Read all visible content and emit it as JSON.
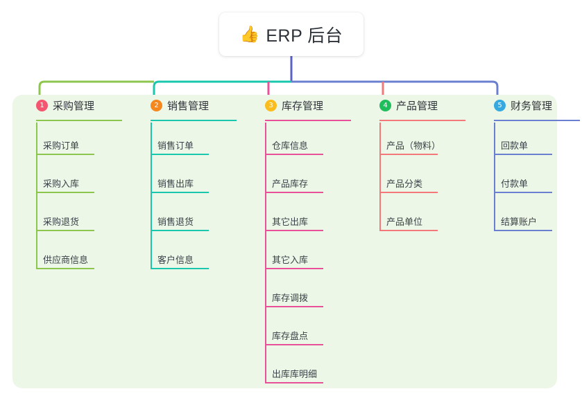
{
  "root": {
    "icon": "thumbs-up-icon",
    "icon_glyph": "👍",
    "title": "ERP 后台"
  },
  "theme": {
    "panel_background": "#edf7e7",
    "page_background": "#ffffff",
    "root_text_color": "#2c3138",
    "root_connector_color": "#5b62c4"
  },
  "columns": [
    {
      "number": "1",
      "title": "采购管理",
      "badge_color": "#f5566f",
      "line_color": "#8cc64f",
      "items": [
        "采购订单",
        "采购入库",
        "采购退货",
        "供应商信息"
      ]
    },
    {
      "number": "2",
      "title": "销售管理",
      "badge_color": "#f5871f",
      "line_color": "#19c7ad",
      "items": [
        "销售订单",
        "销售出库",
        "销售退货",
        "客户信息"
      ]
    },
    {
      "number": "3",
      "title": "库存管理",
      "badge_color": "#fbbd1e",
      "line_color": "#e8509a",
      "items": [
        "仓库信息",
        "产品库存",
        "其它出库",
        "其它入库",
        "库存调拨",
        "库存盘点",
        "出库库明细"
      ]
    },
    {
      "number": "4",
      "title": "产品管理",
      "badge_color": "#1fbd5c",
      "line_color": "#f4787a",
      "items": [
        "产品（物料）",
        "产品分类",
        "产品单位"
      ]
    },
    {
      "number": "5",
      "title": "财务管理",
      "badge_color": "#36a9e1",
      "line_color": "#6b7fd0",
      "items": [
        "回款单",
        "付款单",
        "结算账户"
      ]
    }
  ]
}
